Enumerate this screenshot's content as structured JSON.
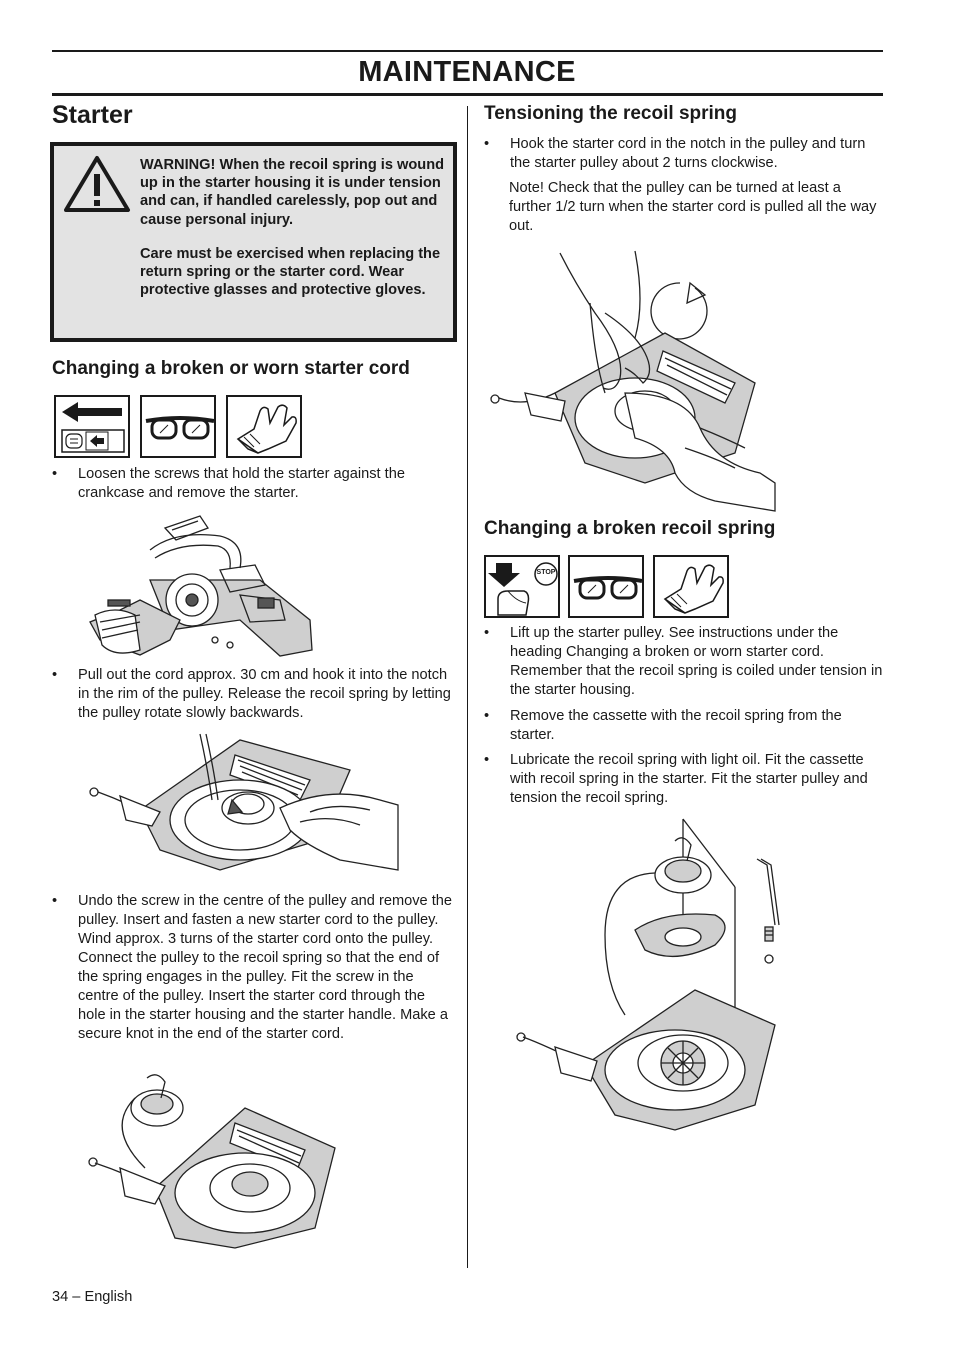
{
  "header": {
    "title": "MAINTENANCE"
  },
  "left": {
    "section_title": "Starter",
    "warning": {
      "paragraph1": "WARNING! When the recoil spring is wound up in the starter housing it is under tension and can, if handled carelessly, pop out and cause personal injury.",
      "paragraph2": "Care must be exercised when replacing the return spring or the starter cord. Wear protective glasses and protective gloves."
    },
    "cord_heading": "Changing a broken or worn starter cord",
    "cord_icons": [
      "remove-arrow-icon",
      "protective-glasses-icon",
      "protective-glove-icon"
    ],
    "bullets": [
      "Loosen the screws that hold the starter against the crankcase and remove the starter.",
      "Pull out the cord approx. 30 cm and hook it into the notch in the rim of the pulley. Release the recoil spring by letting the pulley rotate slowly backwards.",
      "Undo the screw in the centre of the pulley and remove the pulley. Insert and fasten a new starter cord to the pulley. Wind approx. 3 turns of the starter cord onto the pulley. Connect the pulley to the recoil spring so that the end of the spring engages in the pulley. Fit the screw in the centre of the pulley. Insert the starter cord through the hole in the starter housing and the starter handle. Make a secure knot in the end of the starter cord."
    ]
  },
  "right": {
    "tension_heading": "Tensioning the recoil spring",
    "tension_bullet": "Hook the starter cord in the notch in the pulley and turn the starter pulley about 2 turns clockwise.",
    "tension_note": "Note! Check that the pulley can be turned at least a further 1/2 turn when the starter cord is pulled all the way out.",
    "spring_heading": "Changing a broken recoil spring",
    "spring_icons": [
      "stop-press-icon",
      "protective-glasses-icon",
      "protective-glove-icon"
    ],
    "stop_label": "STOP",
    "spring_bullets": [
      "Lift up the starter pulley. See instructions under the heading Changing a broken or worn starter cord. Remember that the recoil spring is coiled under tension in the starter housing.",
      "Remove the cassette with the recoil spring from the starter.",
      "Lubricate the recoil spring with light oil. Fit the cassette with recoil spring in the starter. Fit the starter pulley and tension the recoil spring."
    ]
  },
  "footer": {
    "page": "34 – English"
  },
  "bullet_symbol": "•"
}
